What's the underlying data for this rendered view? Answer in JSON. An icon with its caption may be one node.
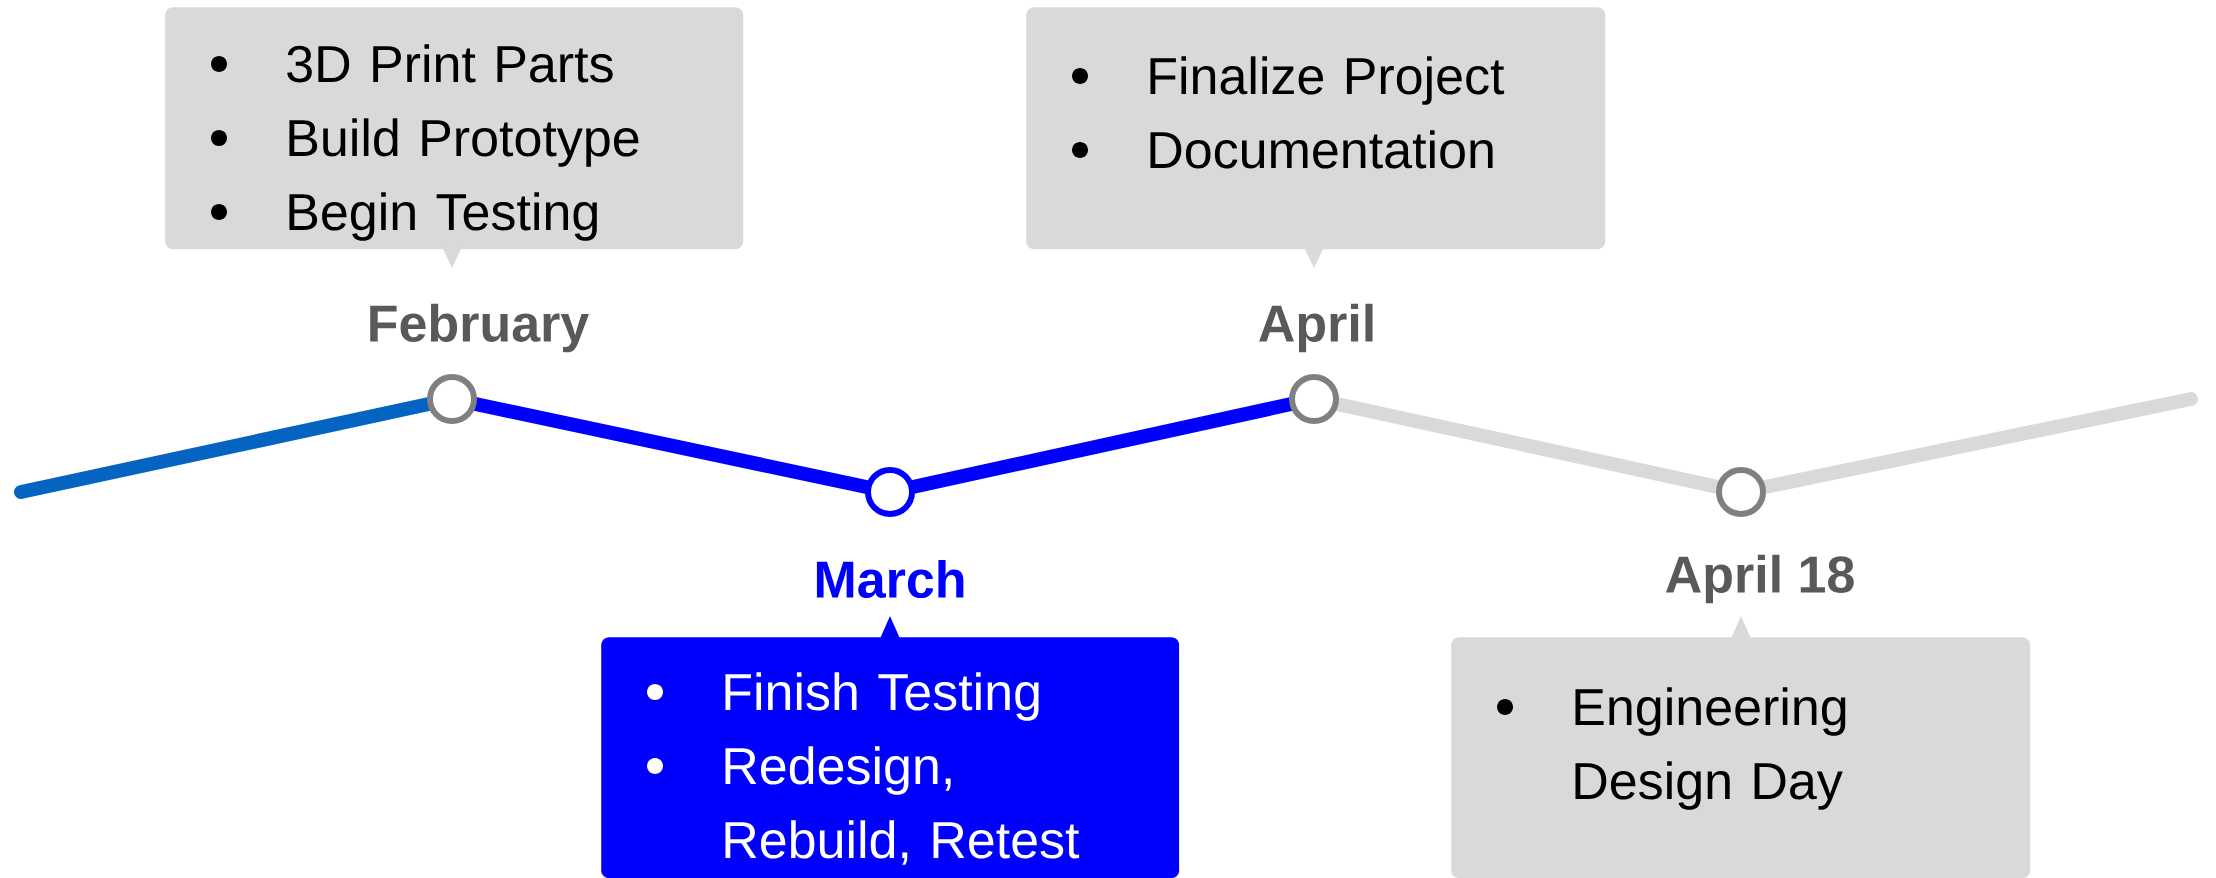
{
  "diagram": {
    "nodes": [
      {
        "text": [
          "3D Print Parts",
          "Build Prototype",
          "Begin Testing"
        ]
      },
      {
        "text": [
          "Finalize Project",
          "Documentation"
        ]
      },
      {
        "text": [],
        "shape": "circle"
      },
      {
        "text": [],
        "shape": "circle"
      },
      {
        "text": [],
        "shape": "circle"
      },
      {
        "text": [],
        "shape": "circle"
      },
      {
        "text": [
          "Finish Testing",
          "Redesign, Rebuild, Retest"
        ]
      },
      {
        "text": [
          "Engineering Design Day"
        ]
      }
    ],
    "edges": [
      {
        "from": null,
        "to": 2,
        "arrow": "none",
        "color": "#0563c1"
      },
      {
        "from": 2,
        "to": 3,
        "arrow": "none",
        "color": "#0000ff"
      },
      {
        "from": 3,
        "to": 4,
        "arrow": "none",
        "color": "#0000ff"
      },
      {
        "from": 4,
        "to": 5,
        "arrow": "none",
        "color": "#d9d9d9"
      },
      {
        "from": 5,
        "to": null,
        "arrow": "none",
        "color": "#d9d9d9"
      }
    ],
    "labels": [
      "February",
      "April",
      "March",
      "April 18"
    ]
  }
}
